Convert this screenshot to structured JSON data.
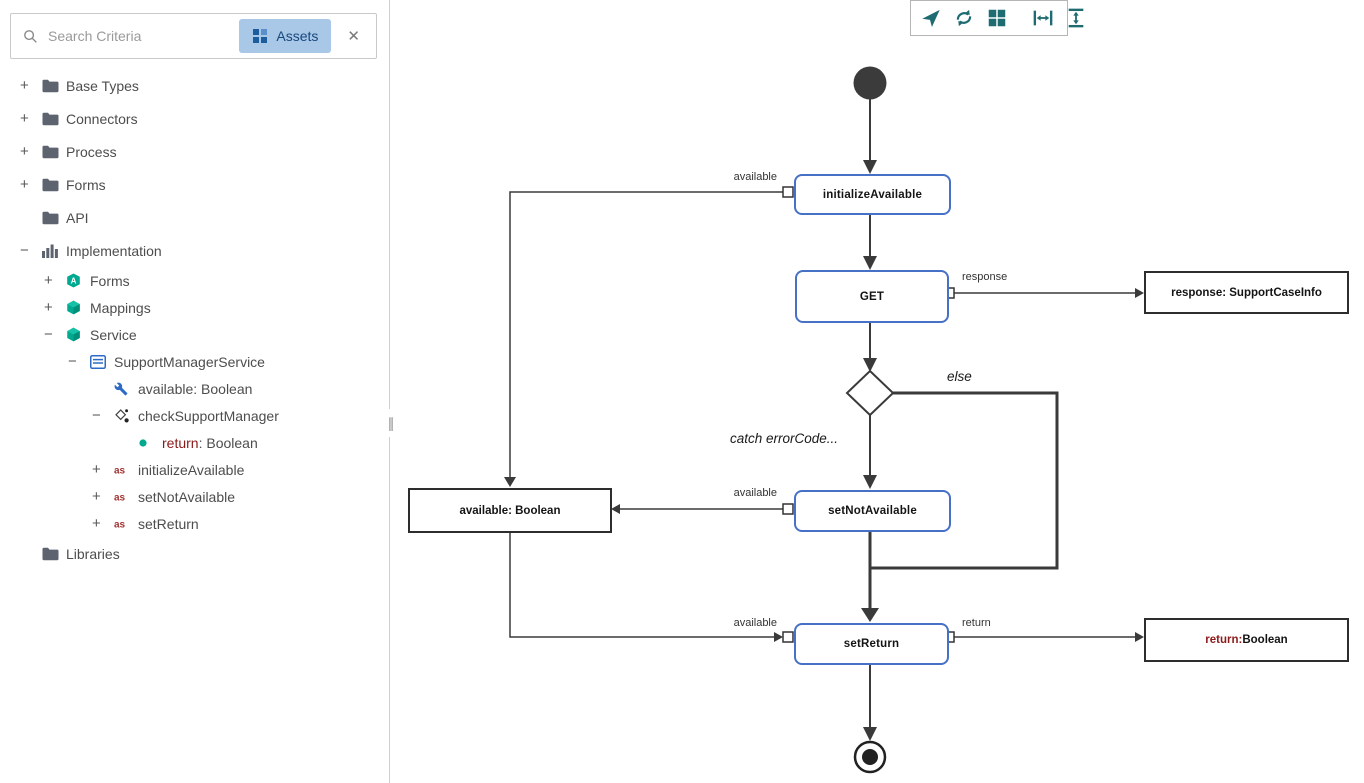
{
  "sidebar": {
    "search": {
      "placeholder": "Search Criteria",
      "chip_label": "Assets",
      "close_glyph": "✕"
    },
    "tree": [
      {
        "expander": "+",
        "icon": "folder-icon",
        "label": "Base Types",
        "depth": 0
      },
      {
        "expander": "+",
        "icon": "folder-icon",
        "label": "Connectors",
        "depth": 0
      },
      {
        "expander": "+",
        "icon": "folder-icon",
        "label": "Process",
        "depth": 0
      },
      {
        "expander": "+",
        "icon": "folder-icon",
        "label": "Forms",
        "depth": 0
      },
      {
        "expander": "",
        "icon": "folder-icon",
        "label": "API",
        "depth": 0
      },
      {
        "expander": "−",
        "icon": "implementation-icon",
        "label": "Implementation",
        "depth": 0
      },
      {
        "expander": "+",
        "icon": "form-asset-icon",
        "label": "Forms",
        "depth": 1
      },
      {
        "expander": "+",
        "icon": "package-icon",
        "label": "Mappings",
        "depth": 1
      },
      {
        "expander": "−",
        "icon": "package-icon",
        "label": "Service",
        "depth": 1
      },
      {
        "expander": "−",
        "icon": "service-icon",
        "label": "SupportManagerService",
        "depth": 2
      },
      {
        "expander": "",
        "icon": "wrench-icon",
        "label": "available: Boolean",
        "depth": 3
      },
      {
        "expander": "−",
        "icon": "flow-icon",
        "label": "checkSupportManager",
        "depth": 3
      },
      {
        "expander": "",
        "icon": "return-dot-icon",
        "label_prefix": "return",
        "prefix_color": "#8b1a1a",
        "label": ": Boolean",
        "depth": 4
      },
      {
        "expander": "+",
        "icon": "as-icon",
        "label": "initializeAvailable",
        "depth": 3
      },
      {
        "expander": "+",
        "icon": "as-icon",
        "label": "setNotAvailable",
        "depth": 3
      },
      {
        "expander": "+",
        "icon": "as-icon",
        "label": "setReturn",
        "depth": 3
      },
      {
        "expander": "",
        "icon": "folder-icon",
        "label": "Libraries",
        "depth": 0
      }
    ]
  },
  "toolbar": {
    "icons": [
      {
        "name": "navigate-icon"
      },
      {
        "name": "refresh-icon"
      },
      {
        "name": "grid-icon"
      },
      {
        "name": "distribute-horizontal-icon"
      },
      {
        "name": "distribute-vertical-icon"
      }
    ]
  },
  "diagram": {
    "nodes": {
      "initializeAvailable": "initializeAvailable",
      "get": "GET",
      "setNotAvailable": "setNotAvailable",
      "setReturn": "setReturn"
    },
    "data_boxes": {
      "response": "response: SupportCaseInfo",
      "available": "available: Boolean",
      "return_prefix": "return:",
      "return_rest": " Boolean"
    },
    "labels": {
      "available_top": "available",
      "available_mid": "available",
      "available_bottom": "available",
      "response": "response",
      "return": "return",
      "else": "else",
      "catch": "catch errorCode..."
    },
    "colors": {
      "node_border": "#4671c6",
      "accent_teal": "#00a98f",
      "maroon": "#8b1a1a",
      "toolbar_icon": "#1f6b72"
    }
  }
}
